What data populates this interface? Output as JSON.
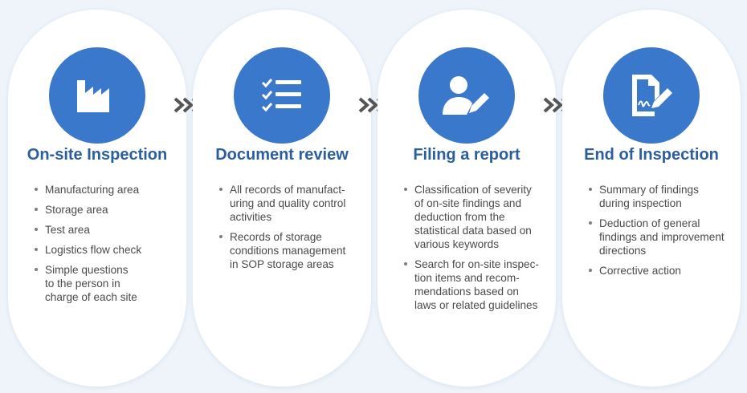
{
  "colors": {
    "accent": "#3a78cb",
    "title": "#2b5e9f",
    "arrow": "#555555",
    "background": "#eef4fa"
  },
  "steps": [
    {
      "icon": "factory-icon",
      "title": "On-site Inspection",
      "items": [
        "Manufacturing area",
        "Storage area",
        "Test area",
        "Logistics flow check",
        "Simple questions\nto the person in\ncharge of each site"
      ]
    },
    {
      "icon": "checklist-icon",
      "title": "Document review",
      "items": [
        "All records of manufact-\nuring and quality control\nactivities",
        "Records of storage\nconditions management\nin SOP storage areas"
      ]
    },
    {
      "icon": "person-edit-icon",
      "title": "Filing a report",
      "items": [
        "Classification of severity\nof on-site findings and\ndeduction from the\nstatistical data based on\nvarious keywords",
        "Search for on-site inspec-\ntion items and recom-\nmendations based on\nlaws or related guidelines"
      ]
    },
    {
      "icon": "document-sign-icon",
      "title": "End of Inspection",
      "items": [
        "Summary of findings\nduring inspection",
        "Deduction of general\nfindings and improvement\ndirections",
        "Corrective action"
      ]
    }
  ]
}
